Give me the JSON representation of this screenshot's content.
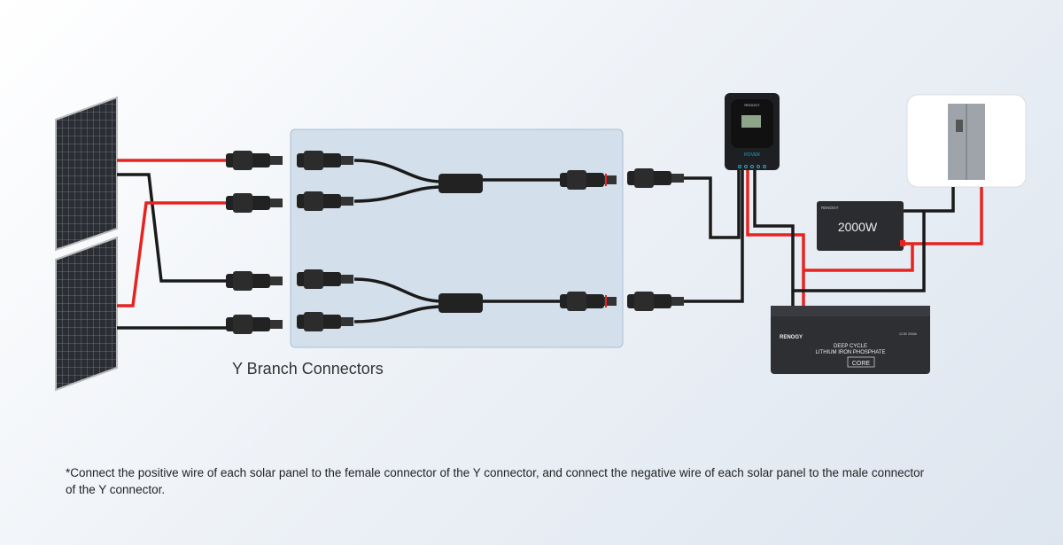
{
  "diagram": {
    "caption": "Y Branch Connectors",
    "note": "*Connect the positive wire of each solar panel to the female connector of the Y connector, and connect the negative wire of each solar panel to the male connector of the Y connector.",
    "controller": {
      "brand": "RENOGY",
      "model": "ROVER"
    },
    "inverter": {
      "brand": "RENOGY",
      "rating": "2000W"
    },
    "battery": {
      "brand": "RENOGY",
      "spec": "12.8V 200Ah",
      "line1": "DEEP CYCLE",
      "line2": "LITHIUM IRON PHOSPHATE",
      "series": "CORE"
    },
    "colors": {
      "positive": "#e52420",
      "negative": "#1a1a1a",
      "box": "#d3dfeb"
    }
  }
}
